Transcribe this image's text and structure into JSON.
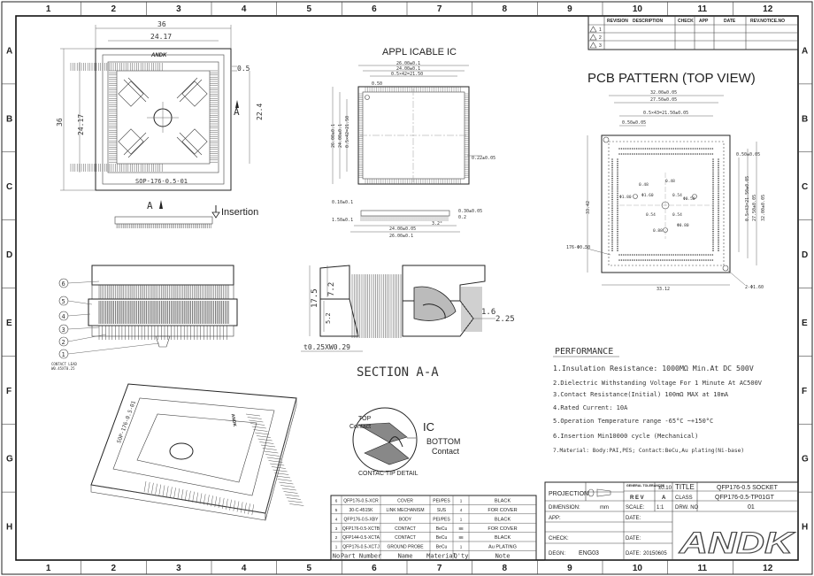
{
  "grid": {
    "columns": [
      "1",
      "2",
      "3",
      "4",
      "5",
      "6",
      "7",
      "8",
      "9",
      "10",
      "11",
      "12"
    ],
    "rows": [
      "A",
      "B",
      "C",
      "D",
      "E",
      "F",
      "G",
      "H"
    ]
  },
  "revision": {
    "headers": [
      "REVISION",
      "DESCRIPTION",
      "CHECK",
      "APP",
      "DATE",
      "REV.NOTICE.NO"
    ],
    "rows": [
      "1",
      "2",
      "3"
    ]
  },
  "top_view": {
    "dim_36_w": "36",
    "dim_2417_w": "24.17",
    "dim_36_h": "36",
    "dim_2417_h": "24.17",
    "dim_05": "0.5",
    "dim_224": "22.4",
    "section_mark": "A",
    "part_label": "SOP-176-0.5-01",
    "brand_small": "ANDK",
    "insertion": "Insertion"
  },
  "ic": {
    "title": "APPL ICABLE IC",
    "dims": [
      "26.00±0.1",
      "24.00±0.1",
      "0.5×42=21.50",
      "0.50",
      "26.00±0.1",
      "24.00±0.1",
      "0.5×42=21.50",
      "0.22±0.05",
      "1.50±0.1",
      "0.10±0.1",
      "0.30±0.05",
      "24.00±0.05",
      "26.00±0.1",
      "0.2",
      "3.2°"
    ]
  },
  "section": {
    "title": "SECTION A-A",
    "dim_175": "17.5",
    "dim_72": "7.2",
    "dim_52": "5.2",
    "dim_16": "1.6",
    "dim_225": "2.25",
    "tolerance": "t0.25XW0.29"
  },
  "side_callouts": [
    "6",
    "5",
    "4",
    "3",
    "2",
    "1"
  ],
  "contact_lead_note": "CONTACT LEAD\nW0.45XT0.25",
  "pcb": {
    "title": "PCB PATTERN  (TOP VIEW)",
    "dims": [
      "32.00±0.05",
      "27.50±0.05",
      "0.5×43=21.50±0.05",
      "0.50±0.05",
      "33.42",
      "176-Φ0.50",
      "33.12",
      "2-Φ1.60",
      "32.00±0.05",
      "27.50±0.05",
      "0.5×43=21.50±0.05",
      "0.50±0.05",
      "Φ1.60",
      "0.48",
      "0.54",
      "0.54",
      "Φ1.80",
      "Φ0.50",
      "0.54",
      "Φ0.80",
      "0.88",
      "0.48"
    ]
  },
  "performance": {
    "title": "PERFORMANCE",
    "items": [
      "1.Insulation Resistance: 1000MΩ Min.At DC 500V",
      "2.Dielectric Withstanding Voltage For 1 Minute At AC500V",
      "3.Contact Resistance(Initial) 100mΩ MAX at 10mA",
      "4.Rated Current: 10A",
      "5.Operation Temperature range -65°C ~+150°C",
      "6.Insertion Min10000 cycle (Mechanical)",
      "7.Material: Body:PAI,PES; Contact:BeCu,Au plating(Ni-base)"
    ]
  },
  "contact_detail": {
    "top": "TOP",
    "top2": "Contact",
    "ic": "IC",
    "bottom": "BOTTOM",
    "bottom2": "Contact",
    "caption": "CONTAC TIP DETAIL"
  },
  "bom": {
    "rows": [
      [
        "6",
        "QFP176-0.5-XCR",
        "COVER",
        "PEI/PES",
        "1",
        "BLACK"
      ],
      [
        "5",
        "30-C-4515K",
        "LINK MECHANISM",
        "SUS",
        "4",
        "FOR COVER"
      ],
      [
        "4",
        "QFP176-0.5-XBY",
        "BODY",
        "PEI/PES",
        "1",
        "BLACK"
      ],
      [
        "3",
        "QFP176-0.5-XCTB",
        "CONTACT",
        "BeCu",
        "88",
        "FOR COVER"
      ],
      [
        "2",
        "QFP144-0.5-XCTA",
        "CONTACT",
        "BeCu",
        "88",
        "BLACK"
      ],
      [
        "1",
        "QFP176-0.5-XCTJ",
        "GROUND PROBE",
        "BeCu",
        "1",
        "Au PLATING"
      ]
    ],
    "header": [
      "No",
      "Part Number",
      "Name",
      "Material",
      "Q'ty",
      "Note"
    ]
  },
  "title_block": {
    "projection": "PROJECTION",
    "tolerances": "GENERAL TOLERANCES",
    "tol_val": "±0.10",
    "rev_label": "R E V",
    "rev_val": "A",
    "dimension_label": "DIMENSION:",
    "dimension_val": "mm",
    "scale_label": "SCALE:",
    "scale_val": "1:1",
    "title_label": "TITLE",
    "title_val": "QFP176-0.5 SOCKET",
    "class_label": "CLASS",
    "class_val": "QFP176-0.5-TP01GT",
    "drw_label": "DRW. NO",
    "drw_val": "01",
    "app_label": "APP:",
    "date1": "DATE:",
    "check_label": "CHECK:",
    "date2": "DATE:",
    "design_label": "DEGN:",
    "design_val": "ENG03",
    "date3_label": "DATE:",
    "date3_val": "20150605",
    "logo": "ANDK"
  }
}
